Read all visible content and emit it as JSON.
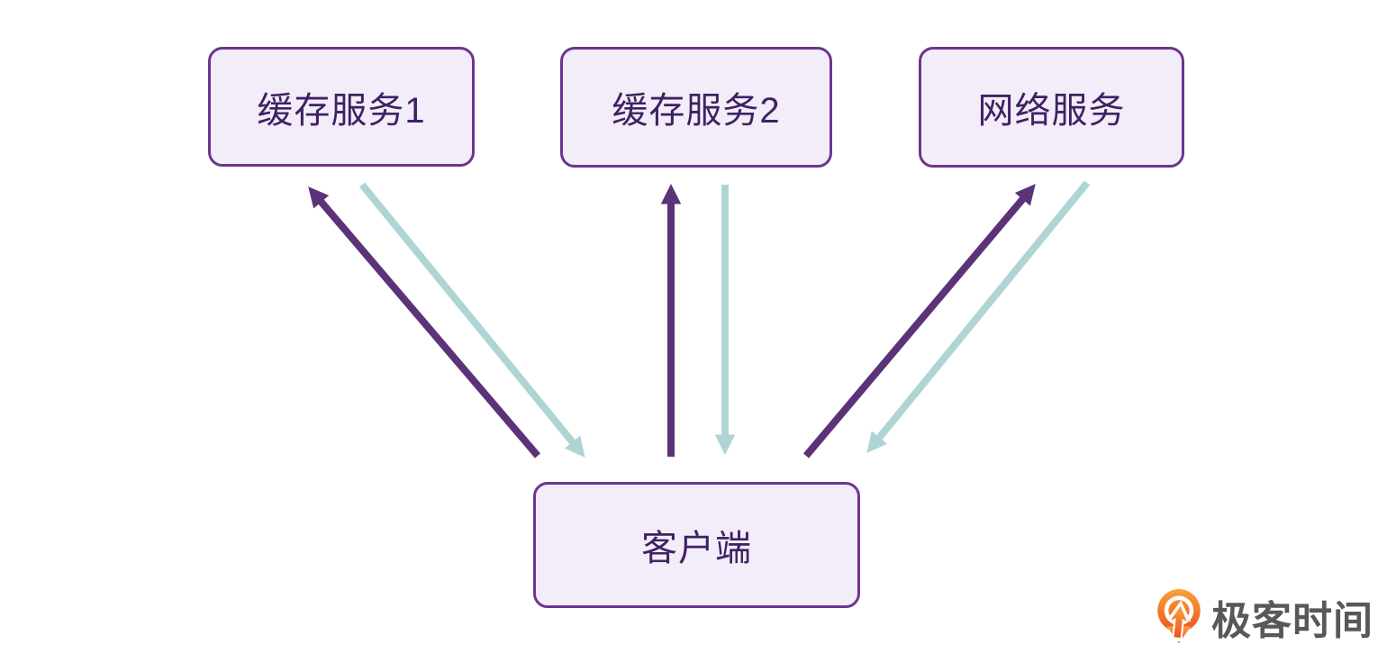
{
  "diagram": {
    "nodes": [
      {
        "id": "cache1",
        "label": "缓存服务1"
      },
      {
        "id": "cache2",
        "label": "缓存服务2"
      },
      {
        "id": "network",
        "label": "网络服务"
      },
      {
        "id": "client",
        "label": "客户端"
      }
    ],
    "edges": [
      {
        "from": "客户端",
        "to": "缓存服务1",
        "color": "#5C3279",
        "direction": "up"
      },
      {
        "from": "缓存服务1",
        "to": "客户端",
        "color": "#AFD4D4",
        "direction": "down"
      },
      {
        "from": "客户端",
        "to": "缓存服务2",
        "color": "#5C3279",
        "direction": "up"
      },
      {
        "from": "缓存服务2",
        "to": "客户端",
        "color": "#AFD4D4",
        "direction": "down"
      },
      {
        "from": "客户端",
        "to": "网络服务",
        "color": "#5C3279",
        "direction": "up"
      },
      {
        "from": "网络服务",
        "to": "客户端",
        "color": "#AFD4D4",
        "direction": "down"
      }
    ],
    "colors": {
      "request_arrow": "#5C3279",
      "response_arrow": "#AFD4D4",
      "box_border": "#6B3690",
      "box_fill": "#F2EDF9",
      "box_text": "#3F2163",
      "background": "#FFFFFF"
    }
  },
  "branding": {
    "logo_text": "极客时间",
    "logo_text_color": "#595757",
    "logo_mark": "geektime-pin-icon",
    "logo_orange_top": "#F9A13C",
    "logo_orange_bottom": "#ED551B"
  }
}
